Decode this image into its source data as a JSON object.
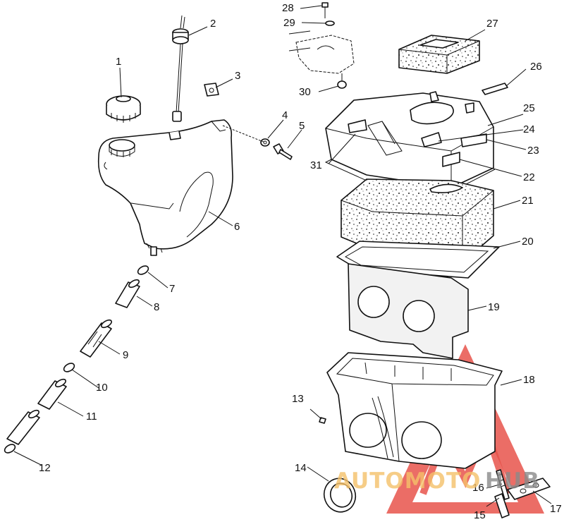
{
  "callouts": [
    "1",
    "2",
    "3",
    "4",
    "5",
    "6",
    "7",
    "8",
    "9",
    "10",
    "11",
    "12",
    "13",
    "14",
    "15",
    "16",
    "17",
    "18",
    "19",
    "20",
    "21",
    "22",
    "23",
    "24",
    "25",
    "26",
    "27",
    "28",
    "29",
    "30",
    "31"
  ],
  "watermark": {
    "word_a": "AUTOMOTO",
    "word_b": "HUB",
    "color_a": "#f5c16a",
    "color_b": "#8a8a8a",
    "triangle_color": "#e8534b"
  },
  "icons": [
    "fuel-tank",
    "air-box",
    "foam-filter"
  ]
}
